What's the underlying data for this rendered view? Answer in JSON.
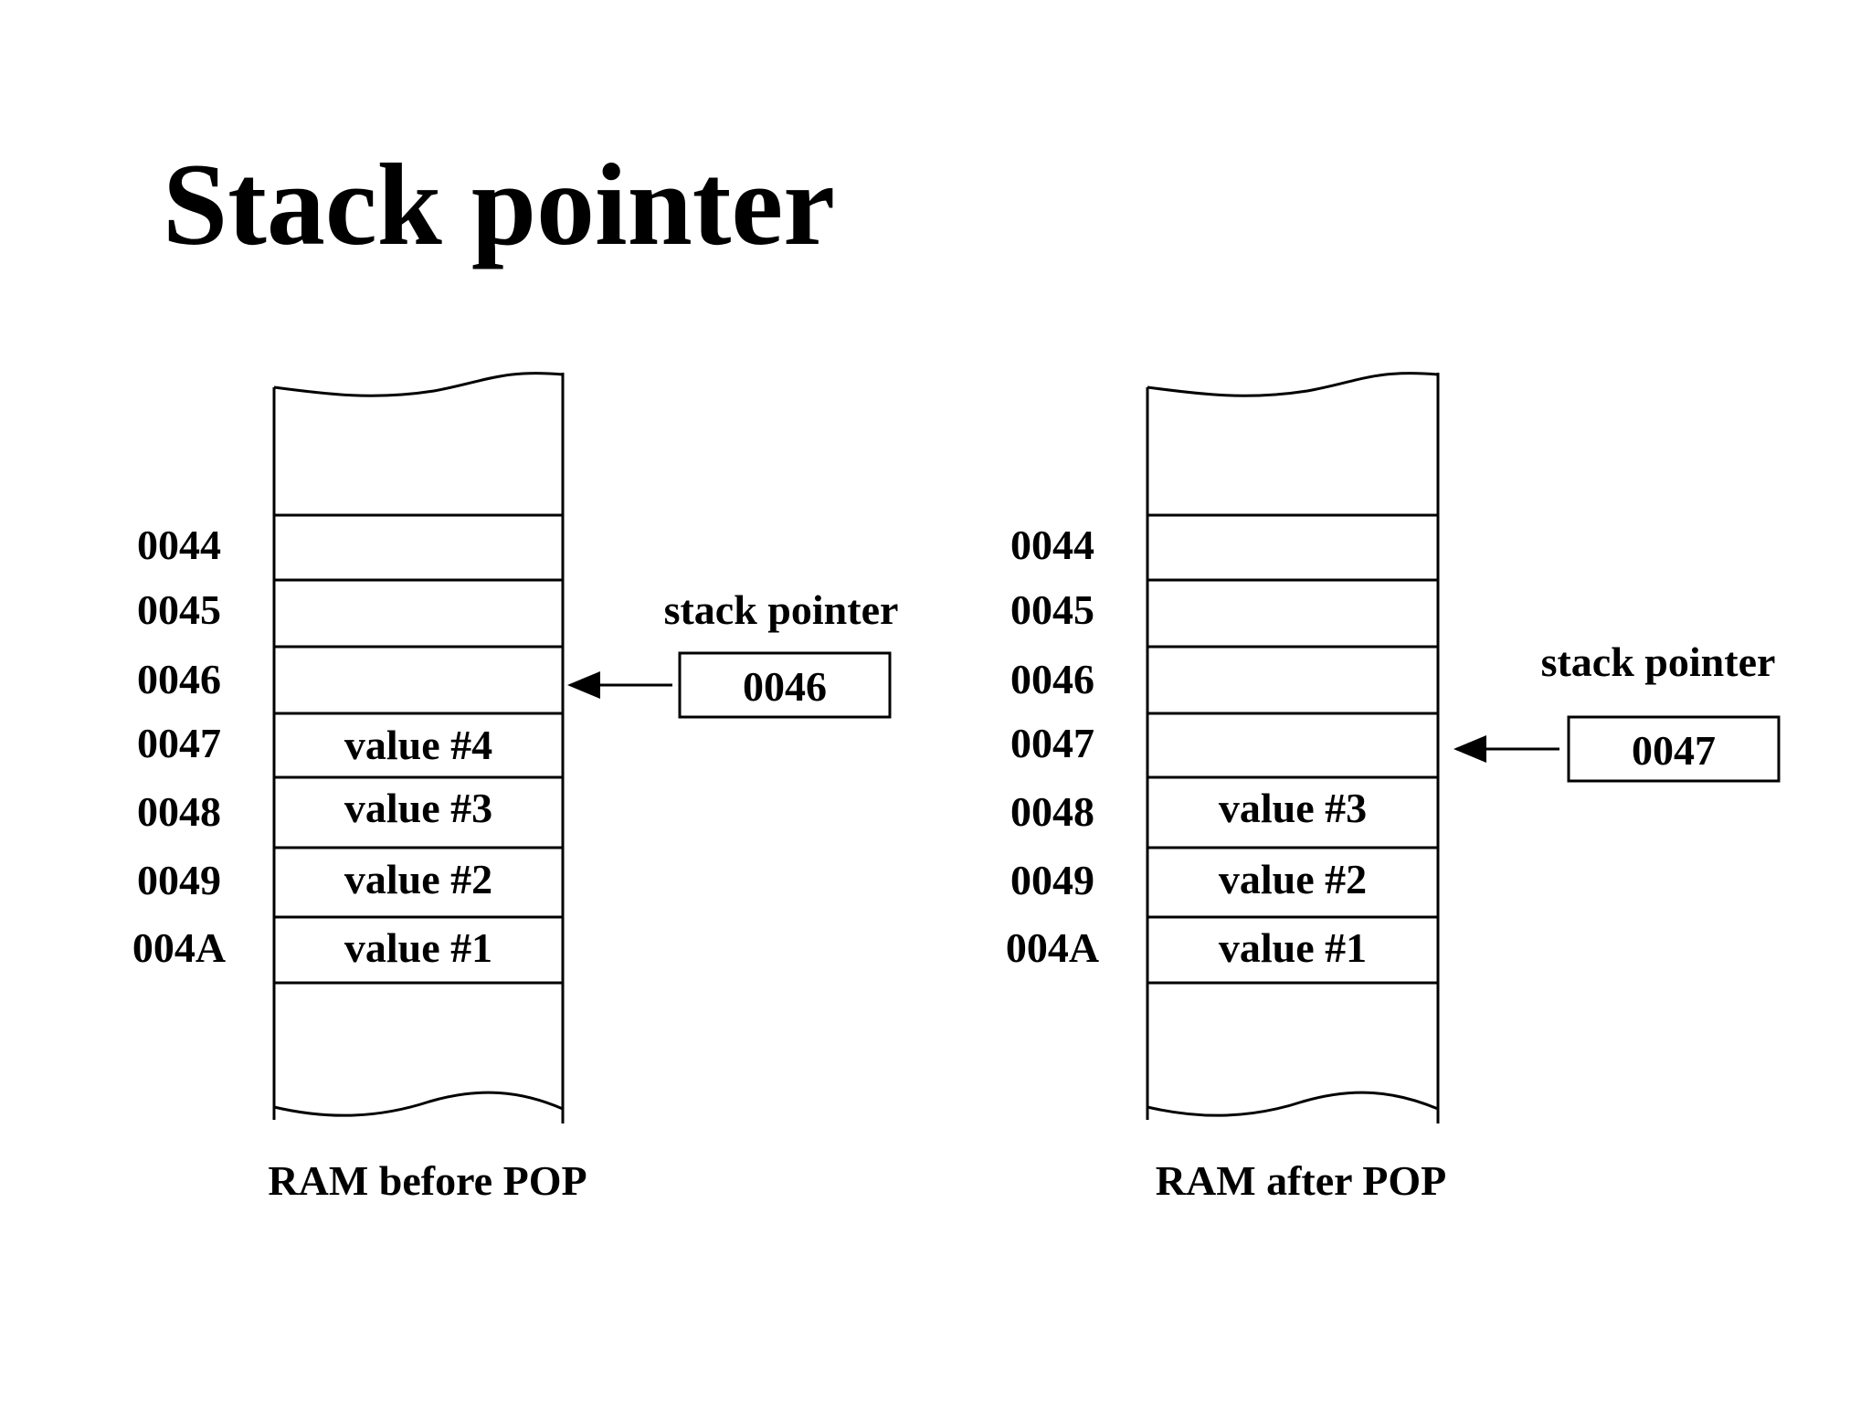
{
  "title": "Stack pointer",
  "panels": [
    {
      "caption": "RAM before POP",
      "stack_pointer_label": "stack pointer",
      "stack_pointer_value": "0046",
      "addresses": [
        "0044",
        "0045",
        "0046",
        "0047",
        "0048",
        "0049",
        "004A"
      ],
      "cells": [
        "",
        "",
        "",
        "value #4",
        "value #3",
        "value #2",
        "value #1"
      ],
      "pointer_index": 2
    },
    {
      "caption": "RAM after POP",
      "stack_pointer_label": "stack pointer",
      "stack_pointer_value": "0047",
      "addresses": [
        "0044",
        "0045",
        "0046",
        "0047",
        "0048",
        "0049",
        "004A"
      ],
      "cells": [
        "",
        "",
        "",
        "",
        "value #3",
        "value #2",
        "value #1"
      ],
      "pointer_index": 3
    }
  ]
}
